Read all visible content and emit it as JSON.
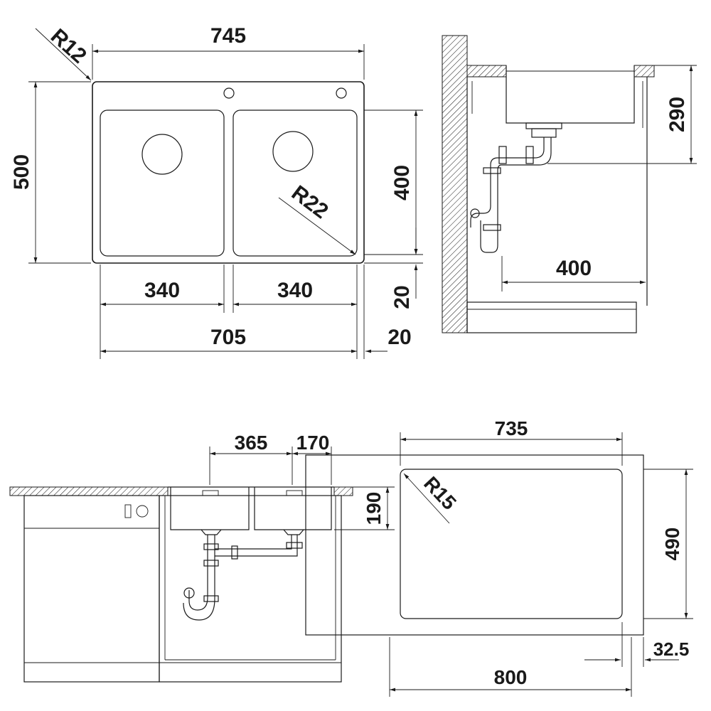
{
  "top_view": {
    "overall_width": "745",
    "corner_radius": "R12",
    "overall_depth": "500",
    "bowl_corner_radius": "R22",
    "bowl_depth": "400",
    "left_bowl_width": "340",
    "right_bowl_width": "340",
    "bowls_total_width": "705",
    "front_margin": "20",
    "side_margin": "20"
  },
  "side_view": {
    "bowl_height": "290",
    "drain_distance": "400"
  },
  "front_view": {
    "left_bowl_width": "365",
    "right_bowl_width": "170",
    "bowl_height": "190"
  },
  "cutout_view": {
    "cutout_width": "735",
    "corner_radius": "R15",
    "cutout_depth": "490",
    "cabinet_width": "800",
    "edge_offset": "32.5"
  }
}
